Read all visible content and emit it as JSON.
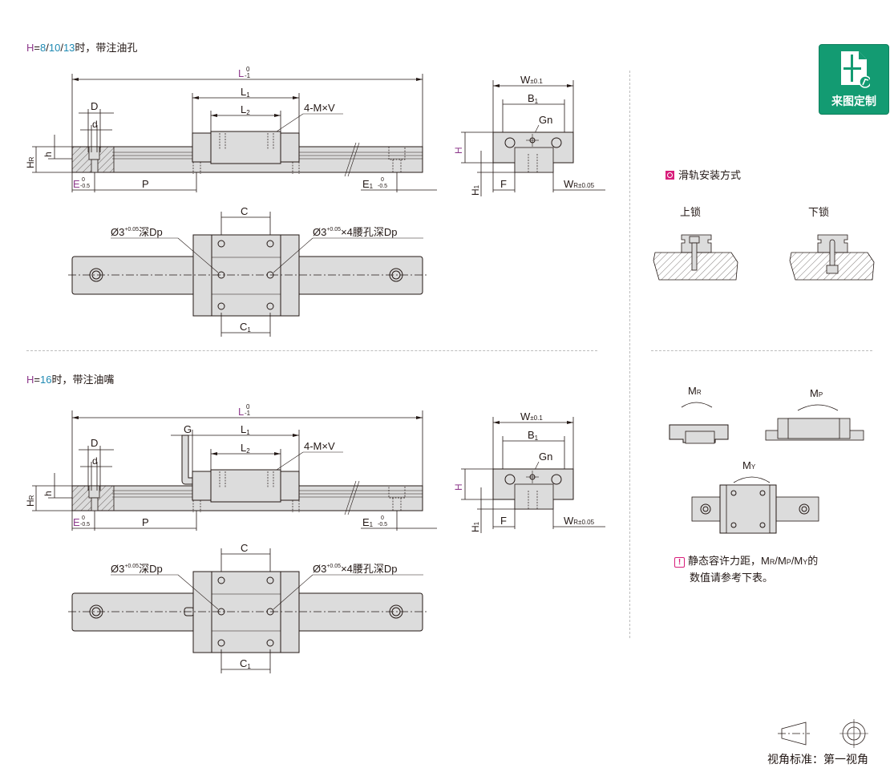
{
  "sections": [
    {
      "title": {
        "h_label": "H",
        "eq": "=",
        "values": [
          "8",
          "/",
          "10",
          "/",
          "13"
        ],
        "suffix": "时，带注油孔"
      },
      "side": {
        "L": "L",
        "L_tol_upper": "0",
        "L_tol_lower": "-1",
        "L1": "L",
        "L1_sub": "1",
        "L2": "L",
        "L2_sub": "2",
        "MV": "4-M×V",
        "D": "D",
        "d": "d",
        "HR": "H",
        "HR_sub": "R",
        "h": "h",
        "E": "E",
        "E_tol_upper": "0",
        "E_tol_lower": "-0.5",
        "P": "P",
        "E1": "E",
        "E1_sub": "1",
        "E1_tol_upper": "0",
        "E1_tol_lower": "-0.5"
      },
      "end": {
        "W": "W",
        "W_tol": "±0.1",
        "B1": "B",
        "B1_sub": "1",
        "Gn": "Gn",
        "H": "H",
        "H1": "H",
        "H1_sub": "1",
        "F": "F",
        "WR": "W",
        "WR_tol": "R±0.05"
      },
      "top": {
        "C": "C",
        "C1": "C",
        "C1_sub": "1",
        "hole_left": "Ø3",
        "hole_left_tol_upper": "+0.05",
        "hole_left_tol_lower": "0",
        "hole_left_suffix": "深Dp",
        "hole_right": "Ø3",
        "hole_right_tol_upper": "+0.05",
        "hole_right_tol_lower": "0",
        "hole_right_suffix": "×4腰孔深Dp"
      }
    },
    {
      "title": {
        "h_label": "H",
        "eq": "=",
        "values": [
          "16"
        ],
        "suffix": "时，带注油嘴"
      },
      "side": {
        "L": "L",
        "L_tol_upper": "0",
        "L_tol_lower": "-1",
        "G": "G",
        "L1": "L",
        "L1_sub": "1",
        "L2": "L",
        "L2_sub": "2",
        "MV": "4-M×V",
        "D": "D",
        "d": "d",
        "HR": "H",
        "HR_sub": "R",
        "h": "h",
        "E": "E",
        "E_tol_upper": "0",
        "E_tol_lower": "-0.5",
        "P": "P",
        "E1": "E",
        "E1_sub": "1",
        "E1_tol_upper": "0",
        "E1_tol_lower": "-0.5"
      },
      "end": {
        "W": "W",
        "W_tol": "±0.1",
        "B1": "B",
        "B1_sub": "1",
        "Gn": "Gn",
        "H": "H",
        "H1": "H",
        "H1_sub": "1",
        "F": "F",
        "WR": "W",
        "WR_tol": "R±0.05"
      },
      "top": {
        "C": "C",
        "C1": "C",
        "C1_sub": "1",
        "hole_left": "Ø3",
        "hole_left_tol_upper": "+0.05",
        "hole_left_tol_lower": "0",
        "hole_left_suffix": "深Dp",
        "hole_right": "Ø3",
        "hole_right_tol_upper": "+0.05",
        "hole_right_tol_lower": "0",
        "hole_right_suffix": "×4腰孔深Dp"
      }
    }
  ],
  "custom_badge": {
    "label": "来图定制",
    "icon": "drawing-customize-icon",
    "color": "#139b72"
  },
  "mounting": {
    "heading": "滑轨安装方式",
    "top_lock": "上锁",
    "bottom_lock": "下锁",
    "marker_color": "#d81e7b"
  },
  "moments": {
    "MR": "M",
    "MR_sub": "R",
    "MP": "M",
    "MP_sub": "P",
    "MY": "M",
    "MY_sub": "Y",
    "note_line1": "静态容许力距，M",
    "note_r": "R",
    "note_sep1": "/M",
    "note_p": "P",
    "note_sep2": "/M",
    "note_y": "Y",
    "note_de": "的",
    "note_line2": "数值请参考下表。"
  },
  "projection": {
    "label": "视角标准：第一视角"
  },
  "colors": {
    "magenta": "#8e3a8c",
    "blue": "#1f8ab3",
    "part_fill": "#dcdcdc",
    "line": "#231815"
  }
}
